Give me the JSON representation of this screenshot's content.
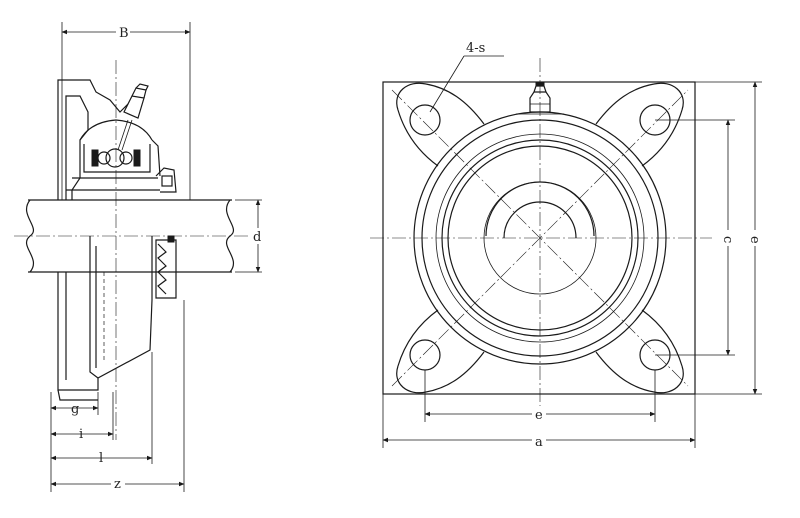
{
  "side_view": {
    "labels": {
      "B": "B",
      "d": "d",
      "g": "g",
      "i": "i",
      "l": "l",
      "z": "z"
    }
  },
  "front_view": {
    "labels": {
      "bolt_holes": "4-s",
      "c": "c",
      "e": "e",
      "a": "a"
    }
  },
  "colors": {
    "line": "#1a1a1a",
    "background": "#ffffff"
  }
}
